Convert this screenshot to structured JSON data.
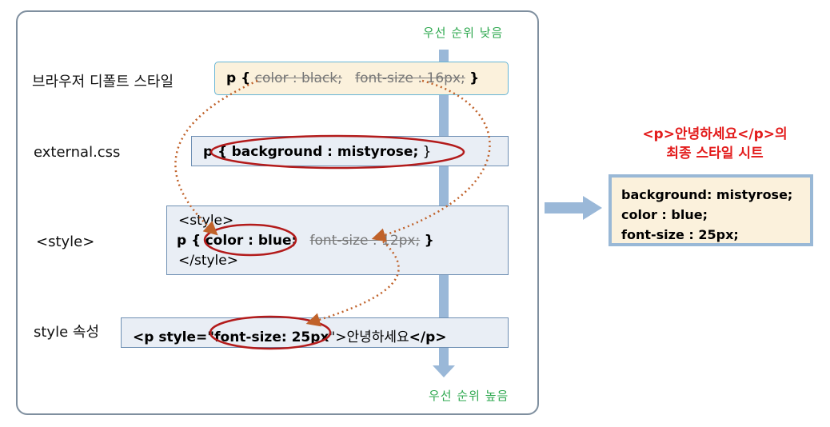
{
  "priority": {
    "low": "우선 순위 낮음",
    "high": "우선 순위 높음"
  },
  "rows": {
    "browser_default": {
      "label": "브라우저 디폴트 스타일",
      "selector": "p {",
      "decl1": "color : black;",
      "decl2": "font-size : 16px;",
      "close": "}"
    },
    "external": {
      "label": "external.css",
      "selector": "p {",
      "decl": "background : mistyrose;",
      "close": "}"
    },
    "style_tag": {
      "label": "<style>",
      "open_tag": "<style>",
      "selector": "p {",
      "decl1": "color : blue;",
      "decl2": "font-size : 12px;",
      "close": "}",
      "close_tag": "</style>"
    },
    "style_attr": {
      "label": "style 속성",
      "prefix": "<p style=\"",
      "decl": "font-size: 25px",
      "mid": "\">",
      "content": "안녕하세요",
      "close_tag": "</p>"
    }
  },
  "result": {
    "title_line1": "<p>안녕하세요</p>의",
    "title_line2": "최종 스타일 시트",
    "lines": [
      "background: mistyrose;",
      "color : blue;",
      "font-size : 25px;"
    ]
  },
  "colors": {
    "panel_border": "#7f8f9f",
    "priority_text": "#2ea84f",
    "priority_arrow": "#9ab8d8",
    "ellipse": "#b31b1b",
    "dotted_arrow": "#c0622a",
    "title_red": "#e31c1c",
    "default_fill": "#fbf1dc",
    "code_box_fill": "#e9eef5"
  }
}
